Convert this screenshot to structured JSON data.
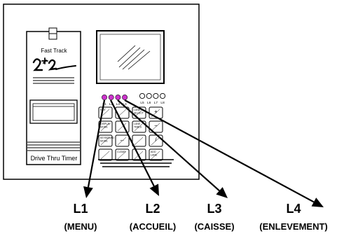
{
  "device": {
    "brand": "Fast Track",
    "model_logo": "2+2",
    "caption": "Drive Thru Timer"
  },
  "lane_leds": {
    "active": [
      "L1",
      "L2",
      "L3",
      "L4"
    ],
    "inactive": [
      "L5",
      "L6",
      "L7",
      "L8"
    ],
    "active_color": "#cc33cc"
  },
  "keypad": {
    "keys": [
      [
        "EXIT",
        "",
        "LANE SELECT",
        "+"
      ],
      [
        "DISPLAY MODE",
        "",
        "LANE TIMES",
        "−"
      ],
      [
        "KEYBOARD MODE",
        "←",
        "",
        "/"
      ],
      [
        "",
        "CLEAR",
        "",
        "ADD LANE"
      ]
    ]
  },
  "callouts": [
    {
      "code": "L1",
      "name": "(MENU)"
    },
    {
      "code": "L2",
      "name": "(ACCUEIL)"
    },
    {
      "code": "L3",
      "name": "(CAISSE)"
    },
    {
      "code": "L4",
      "name": "(ENLEVEMENT)"
    }
  ]
}
